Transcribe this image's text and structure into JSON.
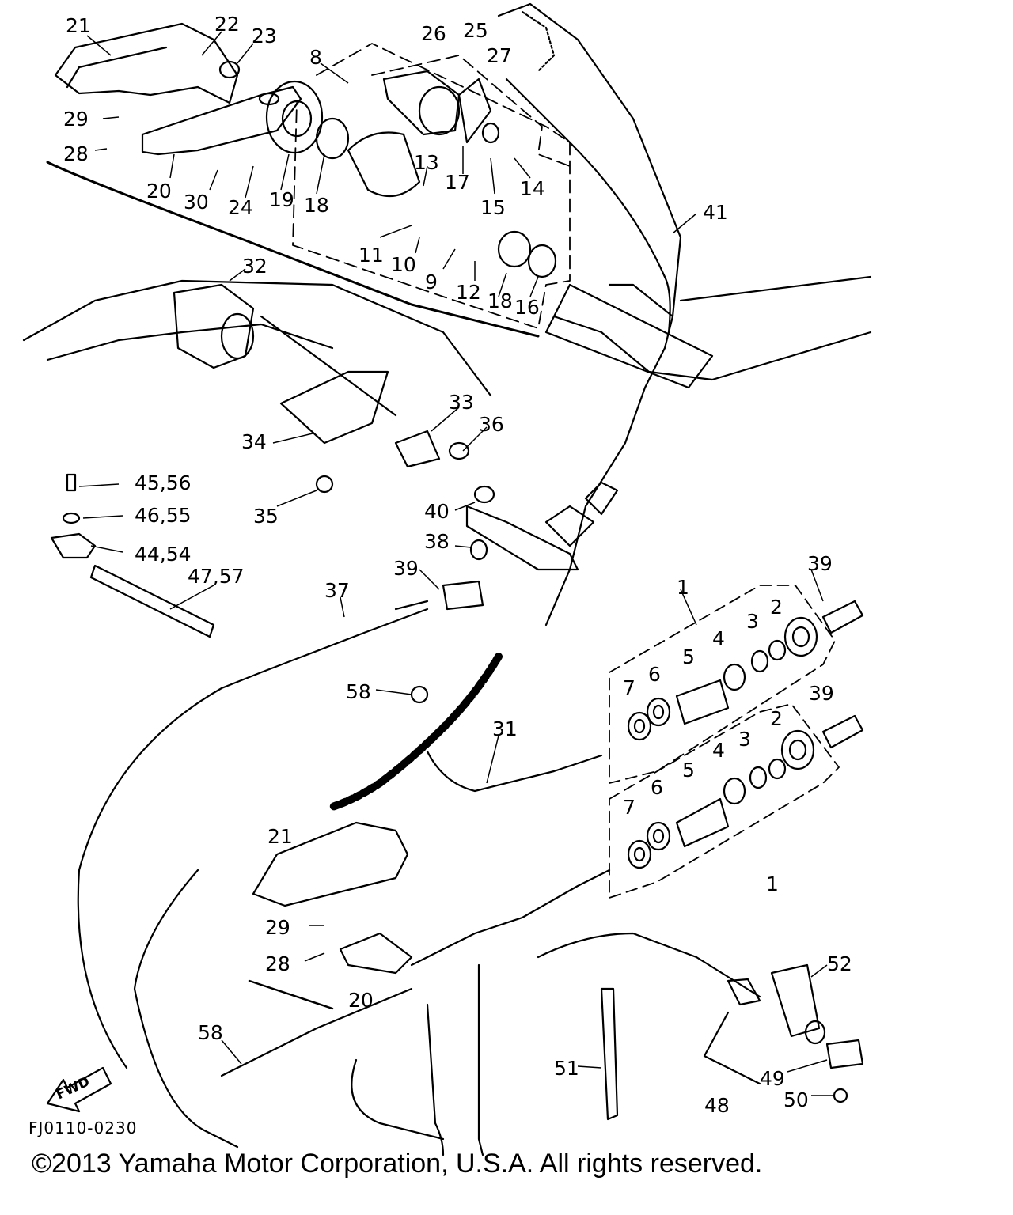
{
  "diagram": {
    "code": "FJ0110-0230",
    "copyright": "©2013 Yamaha Motor Corporation, U.S.A. All rights reserved.",
    "direction_label": "FWD",
    "callouts": [
      {
        "key": "c21a",
        "text": "21"
      },
      {
        "key": "c22",
        "text": "22"
      },
      {
        "key": "c23",
        "text": "23"
      },
      {
        "key": "c8",
        "text": "8"
      },
      {
        "key": "c26",
        "text": "26"
      },
      {
        "key": "c25",
        "text": "25"
      },
      {
        "key": "c27",
        "text": "27"
      },
      {
        "key": "c29a",
        "text": "29"
      },
      {
        "key": "c28a",
        "text": "28"
      },
      {
        "key": "c20a",
        "text": "20"
      },
      {
        "key": "c30",
        "text": "30"
      },
      {
        "key": "c24",
        "text": "24"
      },
      {
        "key": "c19",
        "text": "19"
      },
      {
        "key": "c18a",
        "text": "18"
      },
      {
        "key": "c13",
        "text": "13"
      },
      {
        "key": "c17",
        "text": "17"
      },
      {
        "key": "c15",
        "text": "15"
      },
      {
        "key": "c14",
        "text": "14"
      },
      {
        "key": "c41",
        "text": "41"
      },
      {
        "key": "c11",
        "text": "11"
      },
      {
        "key": "c10",
        "text": "10"
      },
      {
        "key": "c9",
        "text": "9"
      },
      {
        "key": "c12",
        "text": "12"
      },
      {
        "key": "c18b",
        "text": "18"
      },
      {
        "key": "c16",
        "text": "16"
      },
      {
        "key": "c32",
        "text": "32"
      },
      {
        "key": "c33",
        "text": "33"
      },
      {
        "key": "c36",
        "text": "36"
      },
      {
        "key": "c34",
        "text": "34"
      },
      {
        "key": "c4556",
        "text": "45,56"
      },
      {
        "key": "c4655",
        "text": "46,55"
      },
      {
        "key": "c4454",
        "text": "44,54"
      },
      {
        "key": "c4757",
        "text": "47,57"
      },
      {
        "key": "c35",
        "text": "35"
      },
      {
        "key": "c40",
        "text": "40"
      },
      {
        "key": "c38",
        "text": "38"
      },
      {
        "key": "c39a",
        "text": "39"
      },
      {
        "key": "c37",
        "text": "37"
      },
      {
        "key": "c39b",
        "text": "39"
      },
      {
        "key": "c1a",
        "text": "1"
      },
      {
        "key": "c2a",
        "text": "2"
      },
      {
        "key": "c3a",
        "text": "3"
      },
      {
        "key": "c4a",
        "text": "4"
      },
      {
        "key": "c5a",
        "text": "5"
      },
      {
        "key": "c6a",
        "text": "6"
      },
      {
        "key": "c7a",
        "text": "7"
      },
      {
        "key": "c58a",
        "text": "58"
      },
      {
        "key": "c39c",
        "text": "39"
      },
      {
        "key": "c31",
        "text": "31"
      },
      {
        "key": "c2b",
        "text": "2"
      },
      {
        "key": "c3b",
        "text": "3"
      },
      {
        "key": "c4b",
        "text": "4"
      },
      {
        "key": "c5b",
        "text": "5"
      },
      {
        "key": "c6b",
        "text": "6"
      },
      {
        "key": "c7b",
        "text": "7"
      },
      {
        "key": "c1b",
        "text": "1"
      },
      {
        "key": "c21b",
        "text": "21"
      },
      {
        "key": "c29b",
        "text": "29"
      },
      {
        "key": "c28b",
        "text": "28"
      },
      {
        "key": "c20b",
        "text": "20"
      },
      {
        "key": "c52",
        "text": "52"
      },
      {
        "key": "c58b",
        "text": "58"
      },
      {
        "key": "c51",
        "text": "51"
      },
      {
        "key": "c49",
        "text": "49"
      },
      {
        "key": "c50",
        "text": "50"
      },
      {
        "key": "c48",
        "text": "48"
      }
    ]
  }
}
